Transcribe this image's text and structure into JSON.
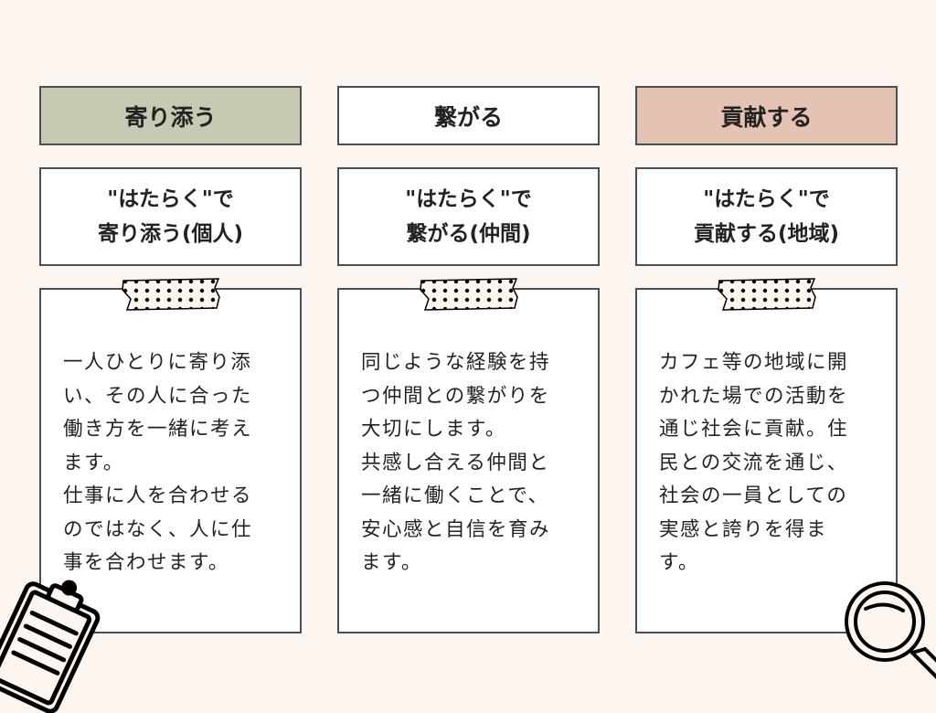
{
  "columns": [
    {
      "title": "寄り添う",
      "title_bg": "#c8c9b3",
      "subtitle_lines": [
        "\"はたらく\"で",
        "寄り添う(個人)"
      ],
      "body_lines": [
        "一人ひとりに寄り添",
        "い、その人に合った",
        "働き方を一緒に考え",
        "ます。",
        "仕事に人を合わせる",
        "のではなく、人に仕",
        "事を合わせます。"
      ]
    },
    {
      "title": "繋がる",
      "title_bg": "#ffffff",
      "subtitle_lines": [
        "\"はたらく\"で",
        "繋がる(仲間)"
      ],
      "body_lines": [
        "同じような経験を持",
        "つ仲間との繋がりを",
        "大切にします。",
        "共感し合える仲間と",
        "一緒に働くことで、",
        "安心感と自信を育み",
        "ます。"
      ]
    },
    {
      "title": "貢献する",
      "title_bg": "#e4c3b3",
      "subtitle_lines": [
        "\"はたらく\"で",
        "貢献する(地域)"
      ],
      "body_lines": [
        "カフェ等の地域に開",
        "かれた場での活動を",
        "通じ社会に貢献。住",
        "民との交流を通じ、",
        "社会の一員としての",
        "実感と誇りを得ま",
        "す。"
      ]
    }
  ],
  "icons": {
    "bottom_left": "clipboard-icon",
    "bottom_right": "magnifying-glass-icon"
  }
}
